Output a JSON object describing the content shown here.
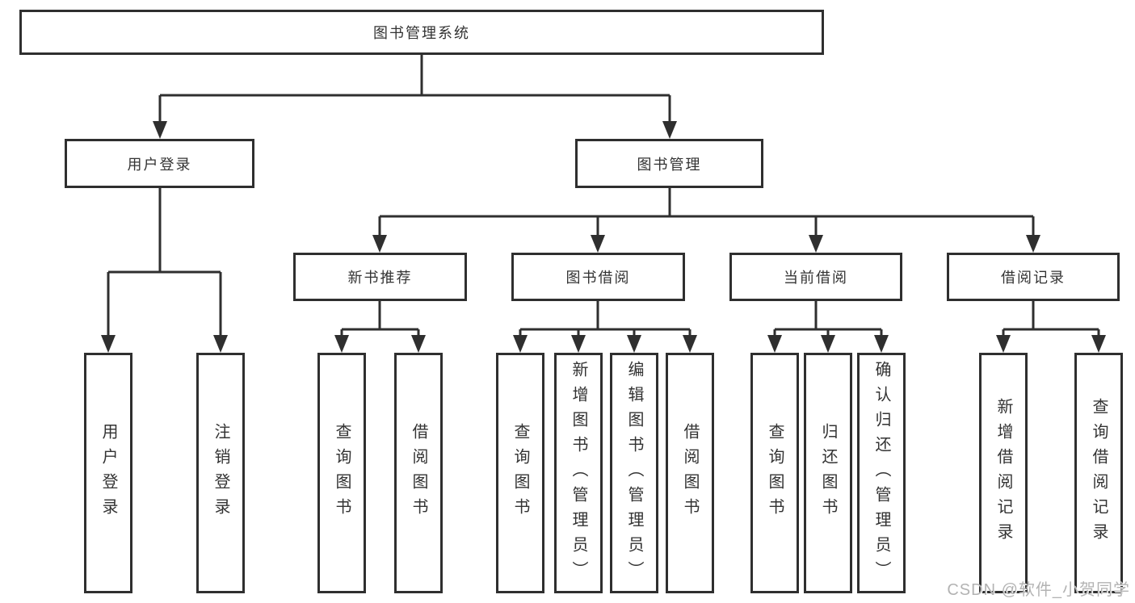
{
  "diagram": {
    "type": "tree",
    "root": {
      "label": "图书管理系统",
      "children": [
        "用户登录",
        "图书管理"
      ]
    },
    "level2": [
      {
        "label": "用户登录",
        "children": [
          "用户登录",
          "注销登录"
        ]
      },
      {
        "label": "图书管理",
        "children": [
          "新书推荐",
          "图书借阅",
          "当前借阅",
          "借阅记录"
        ]
      }
    ],
    "level3": [
      {
        "label": "新书推荐",
        "children": [
          "查询图书",
          "借阅图书"
        ]
      },
      {
        "label": "图书借阅",
        "children": [
          "查询图书",
          "新增图书（管理员）",
          "编辑图书（管理员）",
          "借阅图书"
        ]
      },
      {
        "label": "当前借阅",
        "children": [
          "查询图书",
          "归还图书",
          "确认归还（管理员）"
        ]
      },
      {
        "label": "借阅记录",
        "children": [
          "新增借阅记录",
          "查询借阅记录"
        ]
      }
    ],
    "leaves": [
      {
        "parent": "用户登录",
        "label": "用户登录"
      },
      {
        "parent": "用户登录",
        "label": "注销登录"
      },
      {
        "parent": "新书推荐",
        "label": "查询图书"
      },
      {
        "parent": "新书推荐",
        "label": "借阅图书"
      },
      {
        "parent": "图书借阅",
        "label": "查询图书"
      },
      {
        "parent": "图书借阅",
        "label": "新增图书（管理员）"
      },
      {
        "parent": "图书借阅",
        "label": "编辑图书（管理员）"
      },
      {
        "parent": "图书借阅",
        "label": "借阅图书"
      },
      {
        "parent": "当前借阅",
        "label": "查询图书"
      },
      {
        "parent": "当前借阅",
        "label": "归还图书"
      },
      {
        "parent": "当前借阅",
        "label": "确认归还（管理员）"
      },
      {
        "parent": "借阅记录",
        "label": "新增借阅记录"
      },
      {
        "parent": "借阅记录",
        "label": "查询借阅记录"
      }
    ]
  },
  "watermark": "CSDN @软件_小贺同学",
  "colors": {
    "line": "#2f2f2f",
    "text": "#333333",
    "box_background": "#ffffff",
    "page_background": "#ffffff",
    "watermark": "#b3b3b3"
  }
}
